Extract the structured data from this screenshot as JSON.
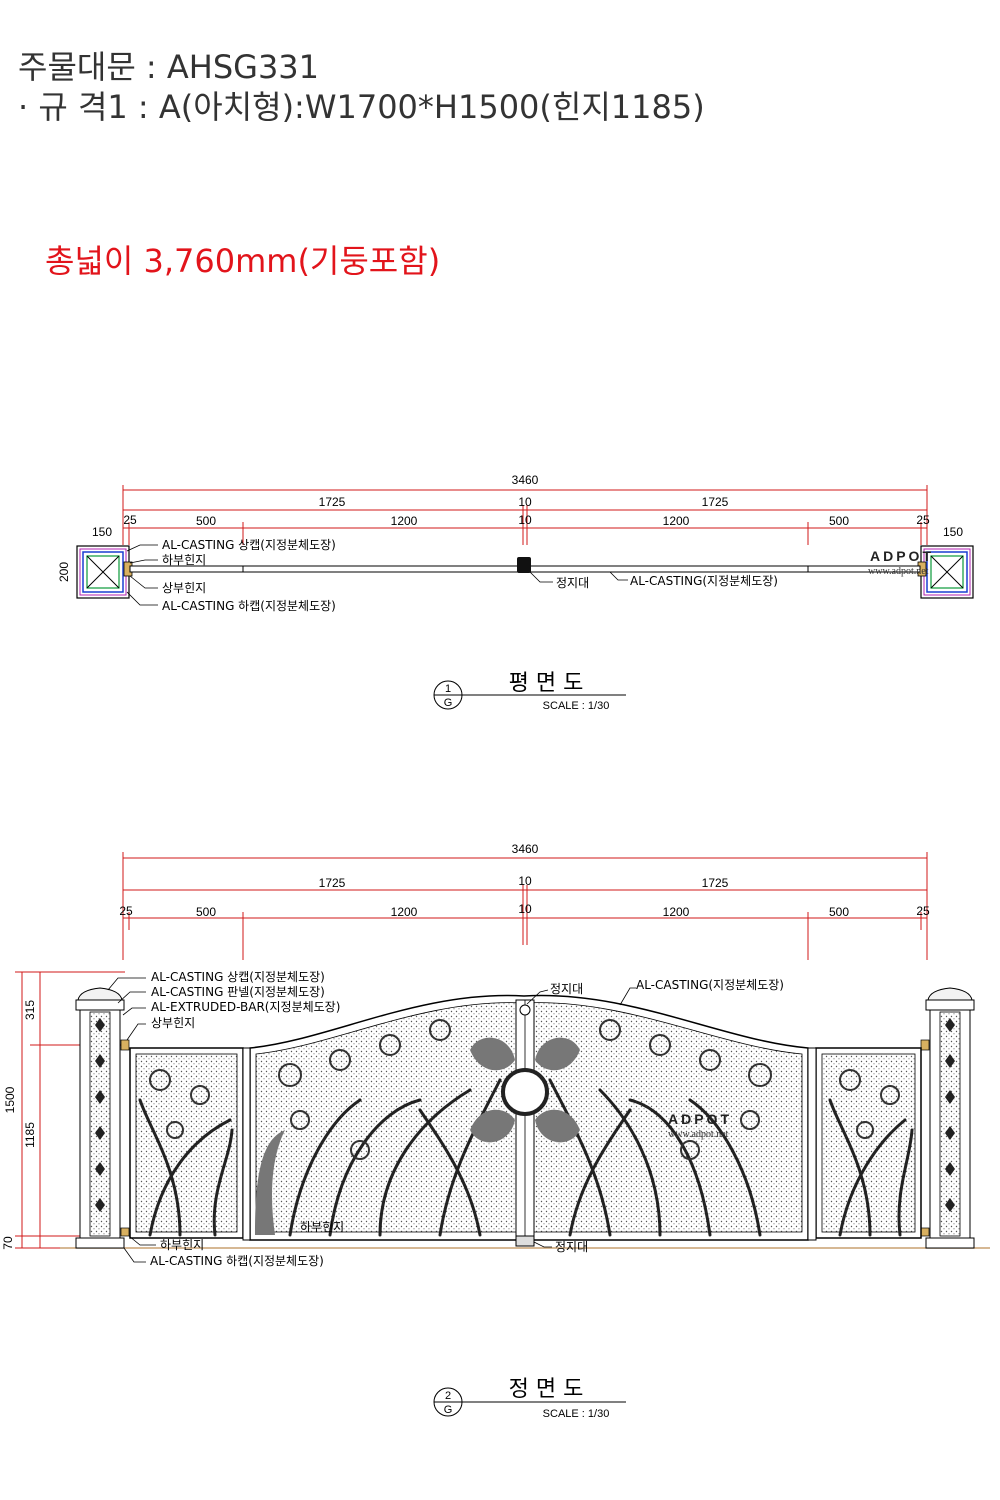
{
  "header": {
    "line1": "주물대문 : AHSG331",
    "line2": "· 규 격1 : A(아치형):W1700*H1500(힌지1185)"
  },
  "note": {
    "text": "총넓이 3,760mm(기둥포함)",
    "color": "#e2141b"
  },
  "dimensions": {
    "total": "3460",
    "half_left": "1725",
    "gap": "10",
    "half_right": "1725",
    "edge": "25",
    "post": "150",
    "side_panel": "500",
    "leaf": "1200",
    "post_depth": "200",
    "height_total": "1500",
    "height_top": "315",
    "height_hinge": "1185",
    "height_base": "70"
  },
  "plan_view": {
    "labels": {
      "top_cap": "AL-CASTING 상캡(지정분체도장)",
      "lower_hinge": "하부힌지",
      "upper_hinge": "상부힌지",
      "bottom_cap": "AL-CASTING 하캡(지정분체도장)",
      "stopper": "정지대",
      "casting": "AL-CASTING(지정분체도장)"
    },
    "title": "평   면   도",
    "number": "1",
    "sheet": "G",
    "scale": "SCALE : 1/30"
  },
  "front_view": {
    "labels": {
      "top_cap": "AL-CASTING 상캡(지정분체도장)",
      "panel": "AL-CASTING 판넬(지정분체도장)",
      "bar": "AL-EXTRUDED-BAR(지정분체도장)",
      "upper_hinge": "상부힌지",
      "stopper_top": "정지대",
      "casting": "AL-CASTING(지정분체도장)",
      "lower_hinge_left": "하부힌지",
      "lower_hinge_mid": "하부힌지",
      "bottom_cap": "AL-CASTING 하캡(지정분체도장)",
      "stopper_bottom": "정지대"
    },
    "title": "정   면   도",
    "number": "2",
    "sheet": "G",
    "scale": "SCALE : 1/30"
  },
  "watermark": {
    "brand": "ADPOT",
    "url": "www.adpot.net"
  },
  "colors": {
    "dimension_line": "#d01818",
    "note": "#e2141b"
  }
}
